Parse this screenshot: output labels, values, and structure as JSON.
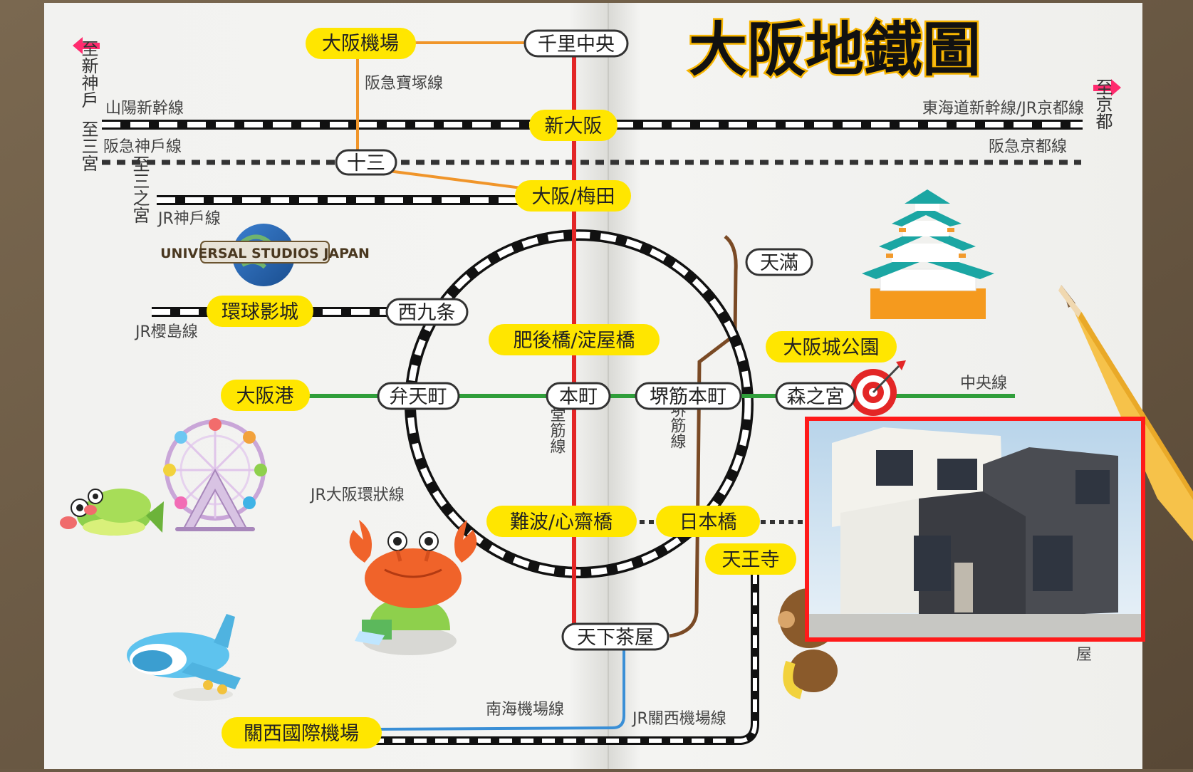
{
  "map": {
    "title": "大阪地鐵圖",
    "direction_labels": {
      "to_shinkobe": "至新神戶",
      "to_kyoto": "至京都",
      "to_sannomiya_1": "至三宮",
      "to_sannomiya_2": "至三之宮",
      "end_ya": "屋"
    },
    "lines": {
      "sanyo": "山陽新幹線",
      "tokaido": "東海道新幹線/JR京都線",
      "hankyu_kobe": "阪急神戶線",
      "hankyu_kyoto": "阪急京都線",
      "hankyu_takarazuka": "阪急寶塚線",
      "jr_kobe": "JR神戶線",
      "jr_sakurajima": "JR櫻島線",
      "jr_loop": "JR大阪環狀線",
      "midosuji": "御堂筋線",
      "sakaisuji": "堺筋線",
      "chuo": "中央線",
      "nankai": "南海機場線",
      "jr_kansai": "JR關西機場線"
    },
    "stations": {
      "osaka_airport": "大阪機場",
      "senri_chuo": "千里中央",
      "shin_osaka": "新大阪",
      "juso": "十三",
      "umeda": "大阪/梅田",
      "tenma": "天滿",
      "nishikujo": "西九条",
      "universal": "環球影城",
      "higobashi": "肥後橋/淀屋橋",
      "osakajo": "大阪城公園",
      "osakako": "大阪港",
      "bentencho": "弁天町",
      "hommachi": "本町",
      "sakaisuji_hommachi": "堺筋本町",
      "morinomiya": "森之宮",
      "namba": "難波/心齋橋",
      "nippombashi": "日本橋",
      "tennoji": "天王寺",
      "tengachaya": "天下茶屋",
      "kansai_airport": "關西國際機場"
    },
    "logo_text": "UNIVERSAL STUDIOS JAPAN",
    "colors": {
      "paper": "#f4f4f2",
      "station_yellow": "#ffe600",
      "midosuji_red": "#e32626",
      "chuo_green": "#2f9e3a",
      "hankyu_orange": "#f0952a",
      "sakaisuji_brown": "#7a4a25",
      "nankai_blue": "#3a8fd6",
      "arrow_pink": "#ff2b6e",
      "photo_border": "#ff1a1a"
    }
  }
}
